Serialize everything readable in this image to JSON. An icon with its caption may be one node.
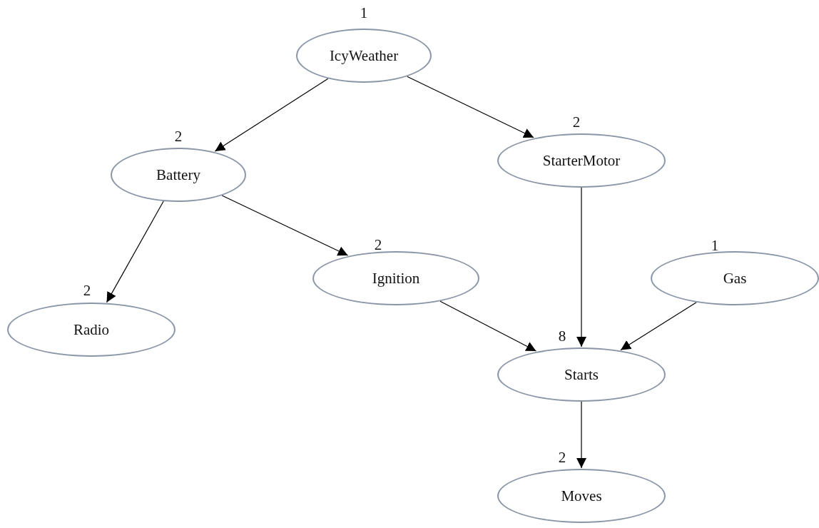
{
  "diagram": {
    "nodes": [
      {
        "text": [
          "IcyWeather"
        ],
        "beside": [
          "1"
        ]
      },
      {
        "text": [
          "Battery"
        ],
        "beside": [
          "2"
        ]
      },
      {
        "text": [
          "StarterMotor"
        ],
        "beside": [
          "2"
        ]
      },
      {
        "text": [
          "Radio"
        ],
        "beside": [
          "2"
        ]
      },
      {
        "text": [
          "Ignition"
        ],
        "beside": [
          "2"
        ]
      },
      {
        "text": [
          "Gas"
        ],
        "beside": [
          "1"
        ]
      },
      {
        "text": [
          "Starts"
        ],
        "beside": [
          "8"
        ]
      },
      {
        "text": [
          "Moves"
        ],
        "beside": [
          "2"
        ]
      }
    ],
    "edges": [
      {
        "from": 0,
        "to": 1,
        "arrow": "to"
      },
      {
        "from": 0,
        "to": 2,
        "arrow": "to"
      },
      {
        "from": 1,
        "to": 3,
        "arrow": "to"
      },
      {
        "from": 1,
        "to": 4,
        "arrow": "to"
      },
      {
        "from": 2,
        "to": 6,
        "arrow": "to"
      },
      {
        "from": 4,
        "to": 6,
        "arrow": "to"
      },
      {
        "from": 5,
        "to": 6,
        "arrow": "to"
      },
      {
        "from": 6,
        "to": 7,
        "arrow": "to"
      }
    ]
  }
}
